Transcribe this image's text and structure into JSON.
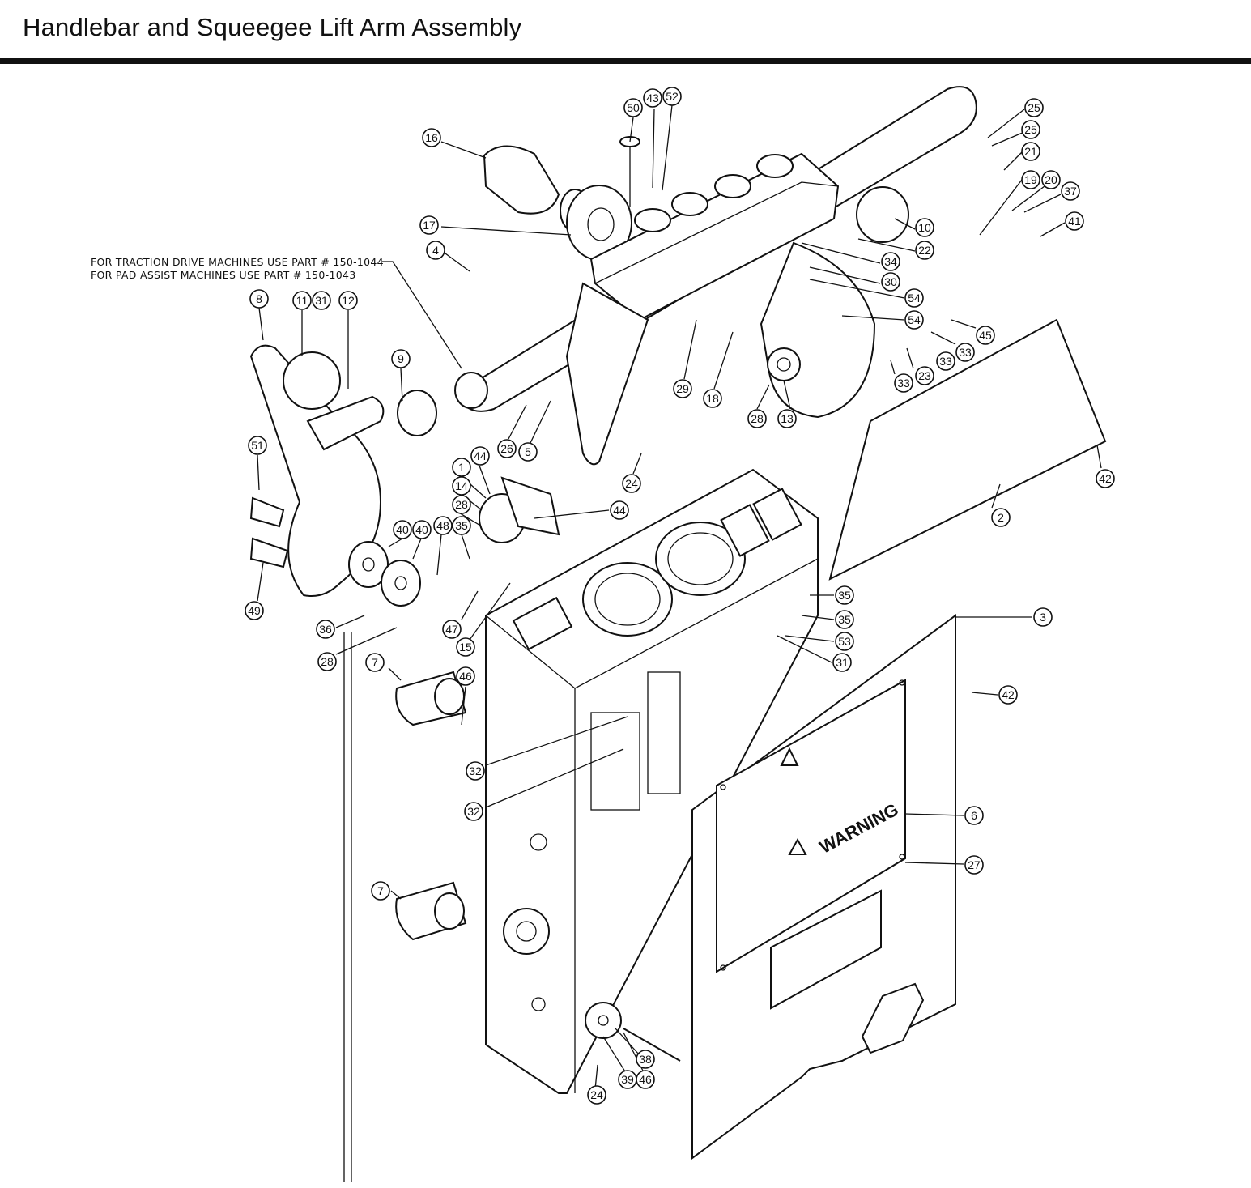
{
  "page": {
    "title": "Handlebar and Squeegee Lift Arm Assembly"
  },
  "notes": {
    "line1": "FOR TRACTION DRIVE MACHINES USE PART # 150-1044",
    "line2": "FOR PAD ASSIST MACHINES USE PART # 150-1043"
  },
  "plate": {
    "warning": "WARNING"
  },
  "callouts": [
    {
      "id": "c50",
      "label": "50"
    },
    {
      "id": "c43",
      "label": "43"
    },
    {
      "id": "c52",
      "label": "52"
    },
    {
      "id": "c25a",
      "label": "25"
    },
    {
      "id": "c25b",
      "label": "25"
    },
    {
      "id": "c21",
      "label": "21"
    },
    {
      "id": "c16",
      "label": "16"
    },
    {
      "id": "c19",
      "label": "19"
    },
    {
      "id": "c20",
      "label": "20"
    },
    {
      "id": "c37",
      "label": "37"
    },
    {
      "id": "c41",
      "label": "41"
    },
    {
      "id": "c17",
      "label": "17"
    },
    {
      "id": "c10",
      "label": "10"
    },
    {
      "id": "c4",
      "label": "4"
    },
    {
      "id": "c22",
      "label": "22"
    },
    {
      "id": "c34",
      "label": "34"
    },
    {
      "id": "c30",
      "label": "30"
    },
    {
      "id": "c8",
      "label": "8"
    },
    {
      "id": "c11",
      "label": "11"
    },
    {
      "id": "c31a",
      "label": "31"
    },
    {
      "id": "c12",
      "label": "12"
    },
    {
      "id": "c54a",
      "label": "54"
    },
    {
      "id": "c54b",
      "label": "54"
    },
    {
      "id": "c45",
      "label": "45"
    },
    {
      "id": "c33a",
      "label": "33"
    },
    {
      "id": "c33b",
      "label": "33"
    },
    {
      "id": "c23",
      "label": "23"
    },
    {
      "id": "c9",
      "label": "9"
    },
    {
      "id": "c29",
      "label": "29"
    },
    {
      "id": "c18",
      "label": "18"
    },
    {
      "id": "c28a",
      "label": "28"
    },
    {
      "id": "c13",
      "label": "13"
    },
    {
      "id": "c26",
      "label": "26"
    },
    {
      "id": "c5",
      "label": "5"
    },
    {
      "id": "c51",
      "label": "51"
    },
    {
      "id": "c24a",
      "label": "24"
    },
    {
      "id": "c42a",
      "label": "42"
    },
    {
      "id": "c1",
      "label": "1"
    },
    {
      "id": "c44a",
      "label": "44"
    },
    {
      "id": "c14",
      "label": "14"
    },
    {
      "id": "c28b",
      "label": "28"
    },
    {
      "id": "c44b",
      "label": "44"
    },
    {
      "id": "c2",
      "label": "2"
    },
    {
      "id": "c40a",
      "label": "40"
    },
    {
      "id": "c40b",
      "label": "40"
    },
    {
      "id": "c48",
      "label": "48"
    },
    {
      "id": "c35a",
      "label": "35"
    },
    {
      "id": "c35b",
      "label": "35"
    },
    {
      "id": "c35c",
      "label": "35"
    },
    {
      "id": "c49",
      "label": "49"
    },
    {
      "id": "c3",
      "label": "3"
    },
    {
      "id": "c36",
      "label": "36"
    },
    {
      "id": "c47",
      "label": "47"
    },
    {
      "id": "c53",
      "label": "53"
    },
    {
      "id": "c15",
      "label": "15"
    },
    {
      "id": "c28c",
      "label": "28"
    },
    {
      "id": "c31b",
      "label": "31"
    },
    {
      "id": "c7a",
      "label": "7"
    },
    {
      "id": "c46a",
      "label": "46"
    },
    {
      "id": "c42b",
      "label": "42"
    },
    {
      "id": "c32a",
      "label": "32"
    },
    {
      "id": "c32b",
      "label": "32"
    },
    {
      "id": "c6",
      "label": "6"
    },
    {
      "id": "c27",
      "label": "27"
    },
    {
      "id": "c7b",
      "label": "7"
    },
    {
      "id": "c38",
      "label": "38"
    },
    {
      "id": "c39",
      "label": "39"
    },
    {
      "id": "c46b",
      "label": "46"
    },
    {
      "id": "c24b",
      "label": "24"
    }
  ]
}
